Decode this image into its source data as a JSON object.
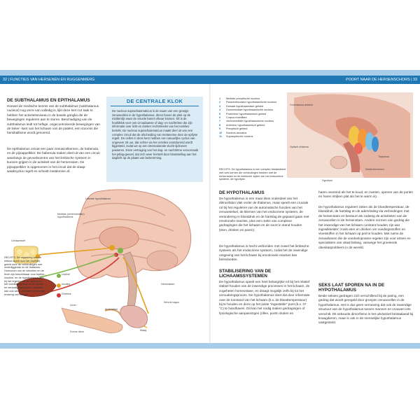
{
  "header": {
    "left": "32  |  FUNCTIES VAN HERSENEN EN RUGGENMERG",
    "right": "POORT NAAR DE HERSENSCHORS  |  33"
  },
  "subthalamus": {
    "heading": "DE SUBTHALAMUS EN EPITHALAMUS",
    "p1": "Hoewel de medische kennis van de subthalamus (subthalamus nucleus) nog verre van volledig is, lijkt deze kern tot taak te hebben het activiteitsniveau in de basale ganglia die de bewegingen reguleren aan te sturen. Beschadiging van de subthalamus leidt tot heftige, ongecontroleerde bewegingen van de linker- kant van het lichaam van de patiënt, een stoornis die hemiballisme wordt genoemd.",
    "p2": "De epithalamus omvat een paar zenuwcelkernen, de habenula, en de pijnappelklier. De habenula maken deel uit van een circuit waarlangs de gevoelscentra van het limbische systeem in kunnen grijpen in de activiteit van de hersenstam. De pijnappelklier is opgenomen in het circuit dat de slaap-waakcyclus regelt en scheidt melatonine af."
  },
  "clock_box": {
    "title": "DE CENTRALE KLOK",
    "text": "De nucleus suprachiasmaticus is de naam van een groepje zenuwcellen in de hypothalamus, direct boven de plek op de middenlijn waar de visuele banen elkaar kruisen. Dit is de hoofdklok voor ons circadiaanse of dag- en nachtritme die zijn informatie over licht en donker rechtstreeks van het netvlies betrekt. De nucleus suprachiasmaticus maakt deel uit van een complex circuit dat de afscheiding van melatonine door de epifyse regelt. De cellen in deze kern hebben een natuurlijke cyclus van ongeveer 25 uur, dat echter via het netvlies voortdurend wordt bijgesteld, zodat we op een internationale vlucht tijdzones passeren. Deze vertraging van het dag- en nachtritme veroorzaakt het jetlag-gevoel, dat zich weer herstelt door blootstelling aan het daglicht op de plaats van bestemming."
  },
  "legend": [
    {
      "n": "1",
      "t": "Mediale preoptische nucleus"
    },
    {
      "n": "2",
      "t": "Paraventriculaire hypothalamische nucleus"
    },
    {
      "n": "3",
      "t": "Dorsaal hypothalamisch gebied"
    },
    {
      "n": "4",
      "t": "Dorsomediale hypothalamische nucleus"
    },
    {
      "n": "5",
      "t": "Posterieur hypothalamisch gebied"
    },
    {
      "n": "6",
      "t": "Corpus mamillare"
    },
    {
      "n": "7",
      "t": "Ventromediale hypothalamische nucleus"
    },
    {
      "n": "8",
      "t": "Anterieur hypothalamisch gebied"
    },
    {
      "n": "9",
      "t": "Preoptisch gebied"
    },
    {
      "n": "10",
      "t": "Nucleus arcuatus"
    },
    {
      "n": "11",
      "t": "Supraoptische nucleus"
    }
  ],
  "legend_caption": "RECHTS: De hypothalamus is een complex bestanddeel met veel kernen die verbindingen hebben met de hersenstam en de limbische zijden van het endocriene systeem, de hypofyse.",
  "top_figure_labels": {
    "commissura": "Commissura anterior",
    "chiasma": "Optisch chiasma",
    "thalamus": "Thalamus",
    "mamillary": "Middenhersenen",
    "hypofyse": "Hypofyse"
  },
  "hypothalamus": {
    "heading": "DE HYPOTHALAMUS",
    "p1": "De hypothalamus is een maar klein onderdeel van het diëncefalon vlak onder de thalamus, maar speelt een cruciale rol bij het reguleren van de automatische functies van het zenuwstelsel, de kliersen van het endocriene systeem, de verandering in bloeddruk en de hartslag de gepaard gaan met emotionele reacties, plus een reeks van complexe gedragingen die het lichaam en de soort in stand houden (eten, drinken en paren).",
    "p2": "De hypothalamus is hecht verbonden met zowel het limbische systeem als het endocriene systeem, zodat het de inwendige omgeving van het lichaam bij emotionele reacties kan beïnvloeden."
  },
  "stabilisering": {
    "heading": "STABILISERING VAN DE LICHAAMSSYSTEMEN",
    "p1": "De hypothalamus speelt een heel belangrijke rol bij het relatief stabiel houden van de inwendige processen in het lichaam, de zogeheten homeostase, en draagt mogelijk zelfs bij tot het veroudeingsproces. De hypothalamus doet dat door informatie over de toestand van het lichaam (b.v. de bloedtemperatuur) bij te houden en deze op het juiste \"ingestelde\" punt (b.v. 37 °C) te handhaven. Dit kan het nodig maken gedragingen of fysiologische aanpassingen (rillen, porën sluiten en"
  },
  "right_col": {
    "p1": "haren overeind als het te koud, en zweten, openen van de poriën en haren strijken plat als het te warm is).",
    "p2": "De hypothalamus reguleert zaken als de bloedtemperatuur, de bloeddruk, de hartslag en de ademhaling via verbindingen met de hersenstam en bestuurt als zodanig de activiteiten van de zenuwcellen in de hersenstam. Andere normen van gedrag die het inwendige van het lichaam constant houden zijn wat ingewikkelder; zoals eten en drinken om voedingsstoffen en vloeistoffen in het lichaam op peil te houden. Met name de zenuwbanen die de voedselopname regelen zijn voor artsen en specialisten van vitaal belang, vanwege het groeiende obesitasprobleem in de wereld.",
    "heading": "SEKS LAAT SPOREN NA IN DE HYPOTHALAMUS",
    "p3": "Beide sekses gedragen zich verschillend bij de paring, een gedrag dat wordt geregeld door groepen zenuwcellen in de hypothalamus. Het is dus geen verrassing dat ook de inwendige structuur van de hypothalamus tussen mannen en vrouwen iets verschilt. Dit seksuele dimorfisme is het uitvloeisel bestaalaeid bij knaagdieren, maar is ook in de menselijke hypothalamus vastgesteld."
  },
  "main_figure": {
    "caption": "RECHTS: De regulering van de eetlust wordt door vet (leptine) geleid door de verbindingen met onderliggende en de thalamus. Hormonen van de vetcellen en de lever zijn beschikbaar voor leptine-, insuline- en de hypothalamus aan bij het regelen van de eetlust en het voedingsgedrag. Is de honger- en verzadigingssignalen ontstaan, dan ook weer verwerkt tot bewuste ervaring van honger.",
    "labels": {
      "lateral": "Laterale hypothalamus",
      "mediaal": "Mediale (ventromediale) hypothalamus",
      "lichaamsvet": "Lichaamsvet",
      "leptine": "Leptine",
      "insuline": "Insuline",
      "ghreline": "Ghreline",
      "lever": "Lever",
      "alvleesklier": "Alvleesklier",
      "maag": "Maag",
      "dunne_darm": "Dunne darm",
      "hersenstam": "Hersenstam",
      "nervus": "Nervus vagus"
    }
  }
}
